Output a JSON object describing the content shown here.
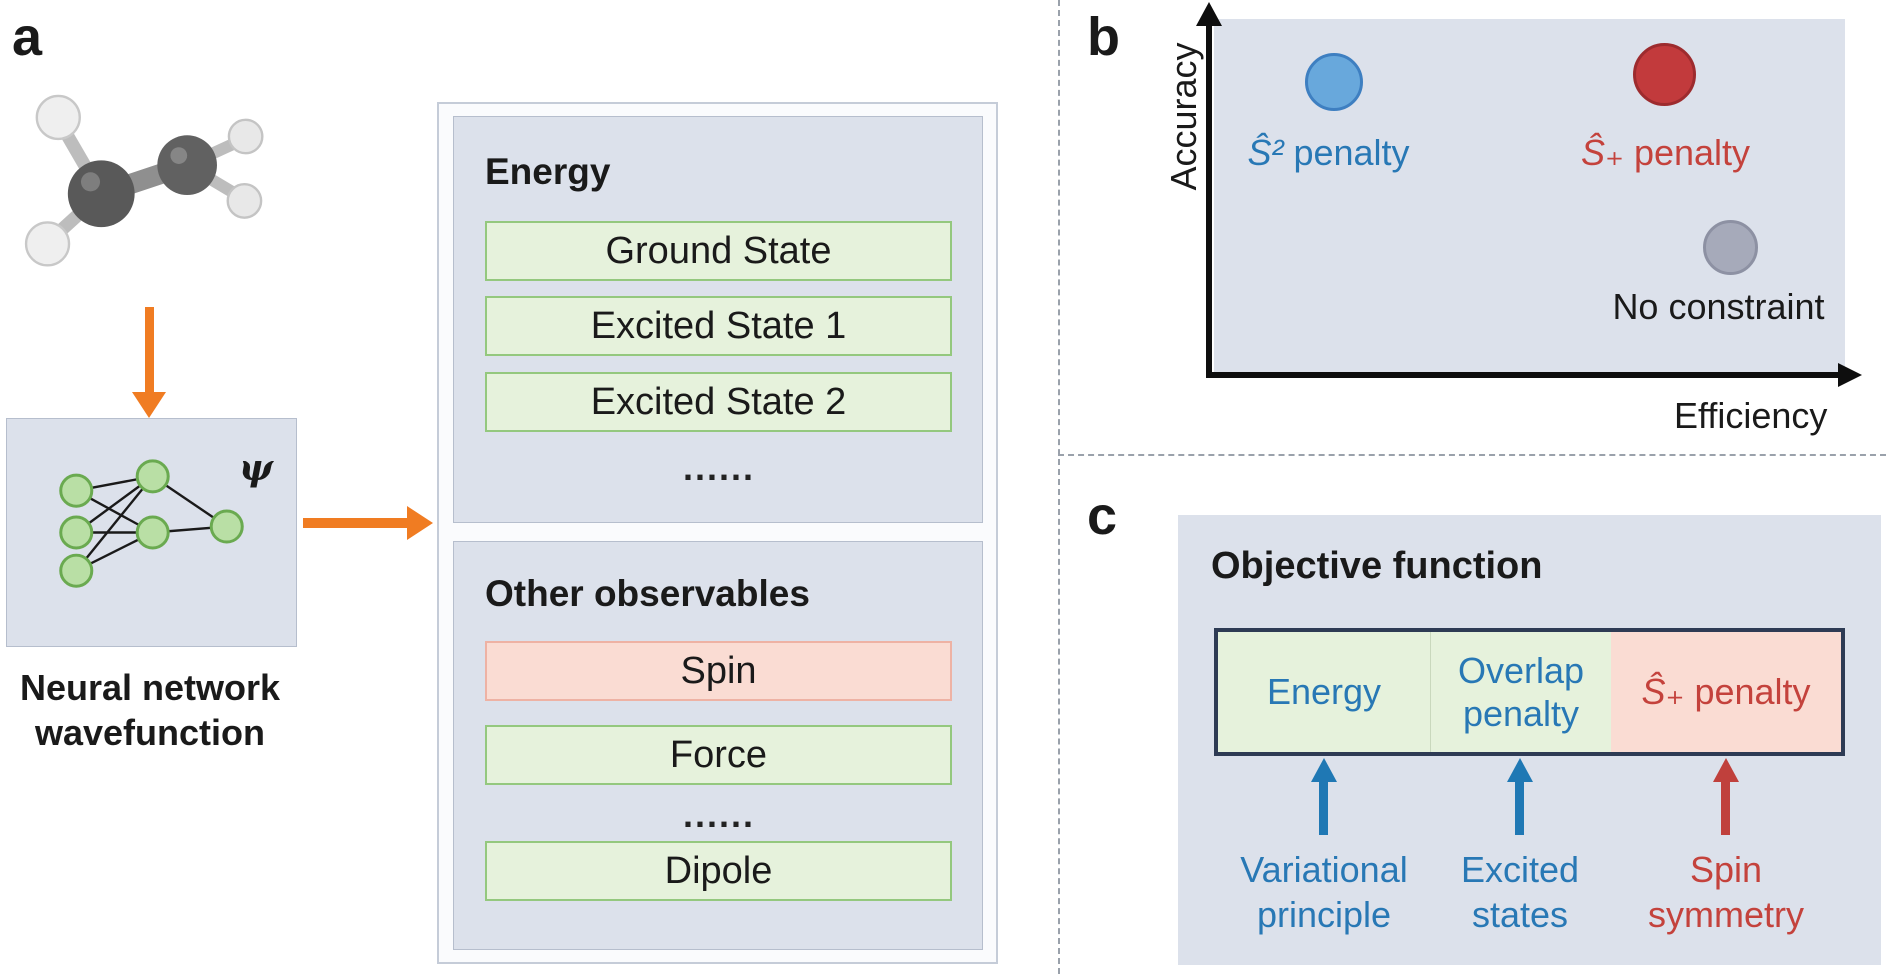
{
  "figure": {
    "colors": {
      "panel_bg": "#dce1eb",
      "green_fill": "#e6f2dc",
      "green_border": "#94c87e",
      "pink_fill": "#fadcd3",
      "pink_border": "#eeb2a4",
      "orange_arrow": "#f07c22",
      "blue_accent": "#2878b5",
      "red_accent": "#c4423c",
      "blue_point": "#68a8dc",
      "red_point": "#c23a3c",
      "gray_point": "#a6aaba"
    }
  },
  "panel_a": {
    "label": "a",
    "psi": "ψ",
    "caption": "Neural network wavefunction",
    "energy": {
      "title": "Energy",
      "items": [
        "Ground State",
        "Excited State 1",
        "Excited State 2"
      ],
      "ellipsis": "......"
    },
    "observables": {
      "title": "Other observables",
      "spin": "Spin",
      "force": "Force",
      "ellipsis": "......",
      "dipole": "Dipole"
    }
  },
  "panel_b": {
    "label": "b",
    "y_axis_label": "Accuracy",
    "x_axis_label": "Efficiency",
    "points": {
      "s2": {
        "symbol": "Ŝ²",
        "text": " penalty"
      },
      "splus": {
        "symbol": "Ŝ₊",
        "text": " penalty"
      },
      "none": {
        "label": "No constraint"
      }
    }
  },
  "panel_c": {
    "label": "c",
    "title": "Objective function",
    "segments": {
      "energy": "Energy",
      "overlap": "Overlap penalty",
      "splus_symbol": "Ŝ₊",
      "splus_text": " penalty"
    },
    "annotations": {
      "variational": "Variational principle",
      "excited": "Excited states",
      "spin": "Spin symmetry"
    }
  }
}
